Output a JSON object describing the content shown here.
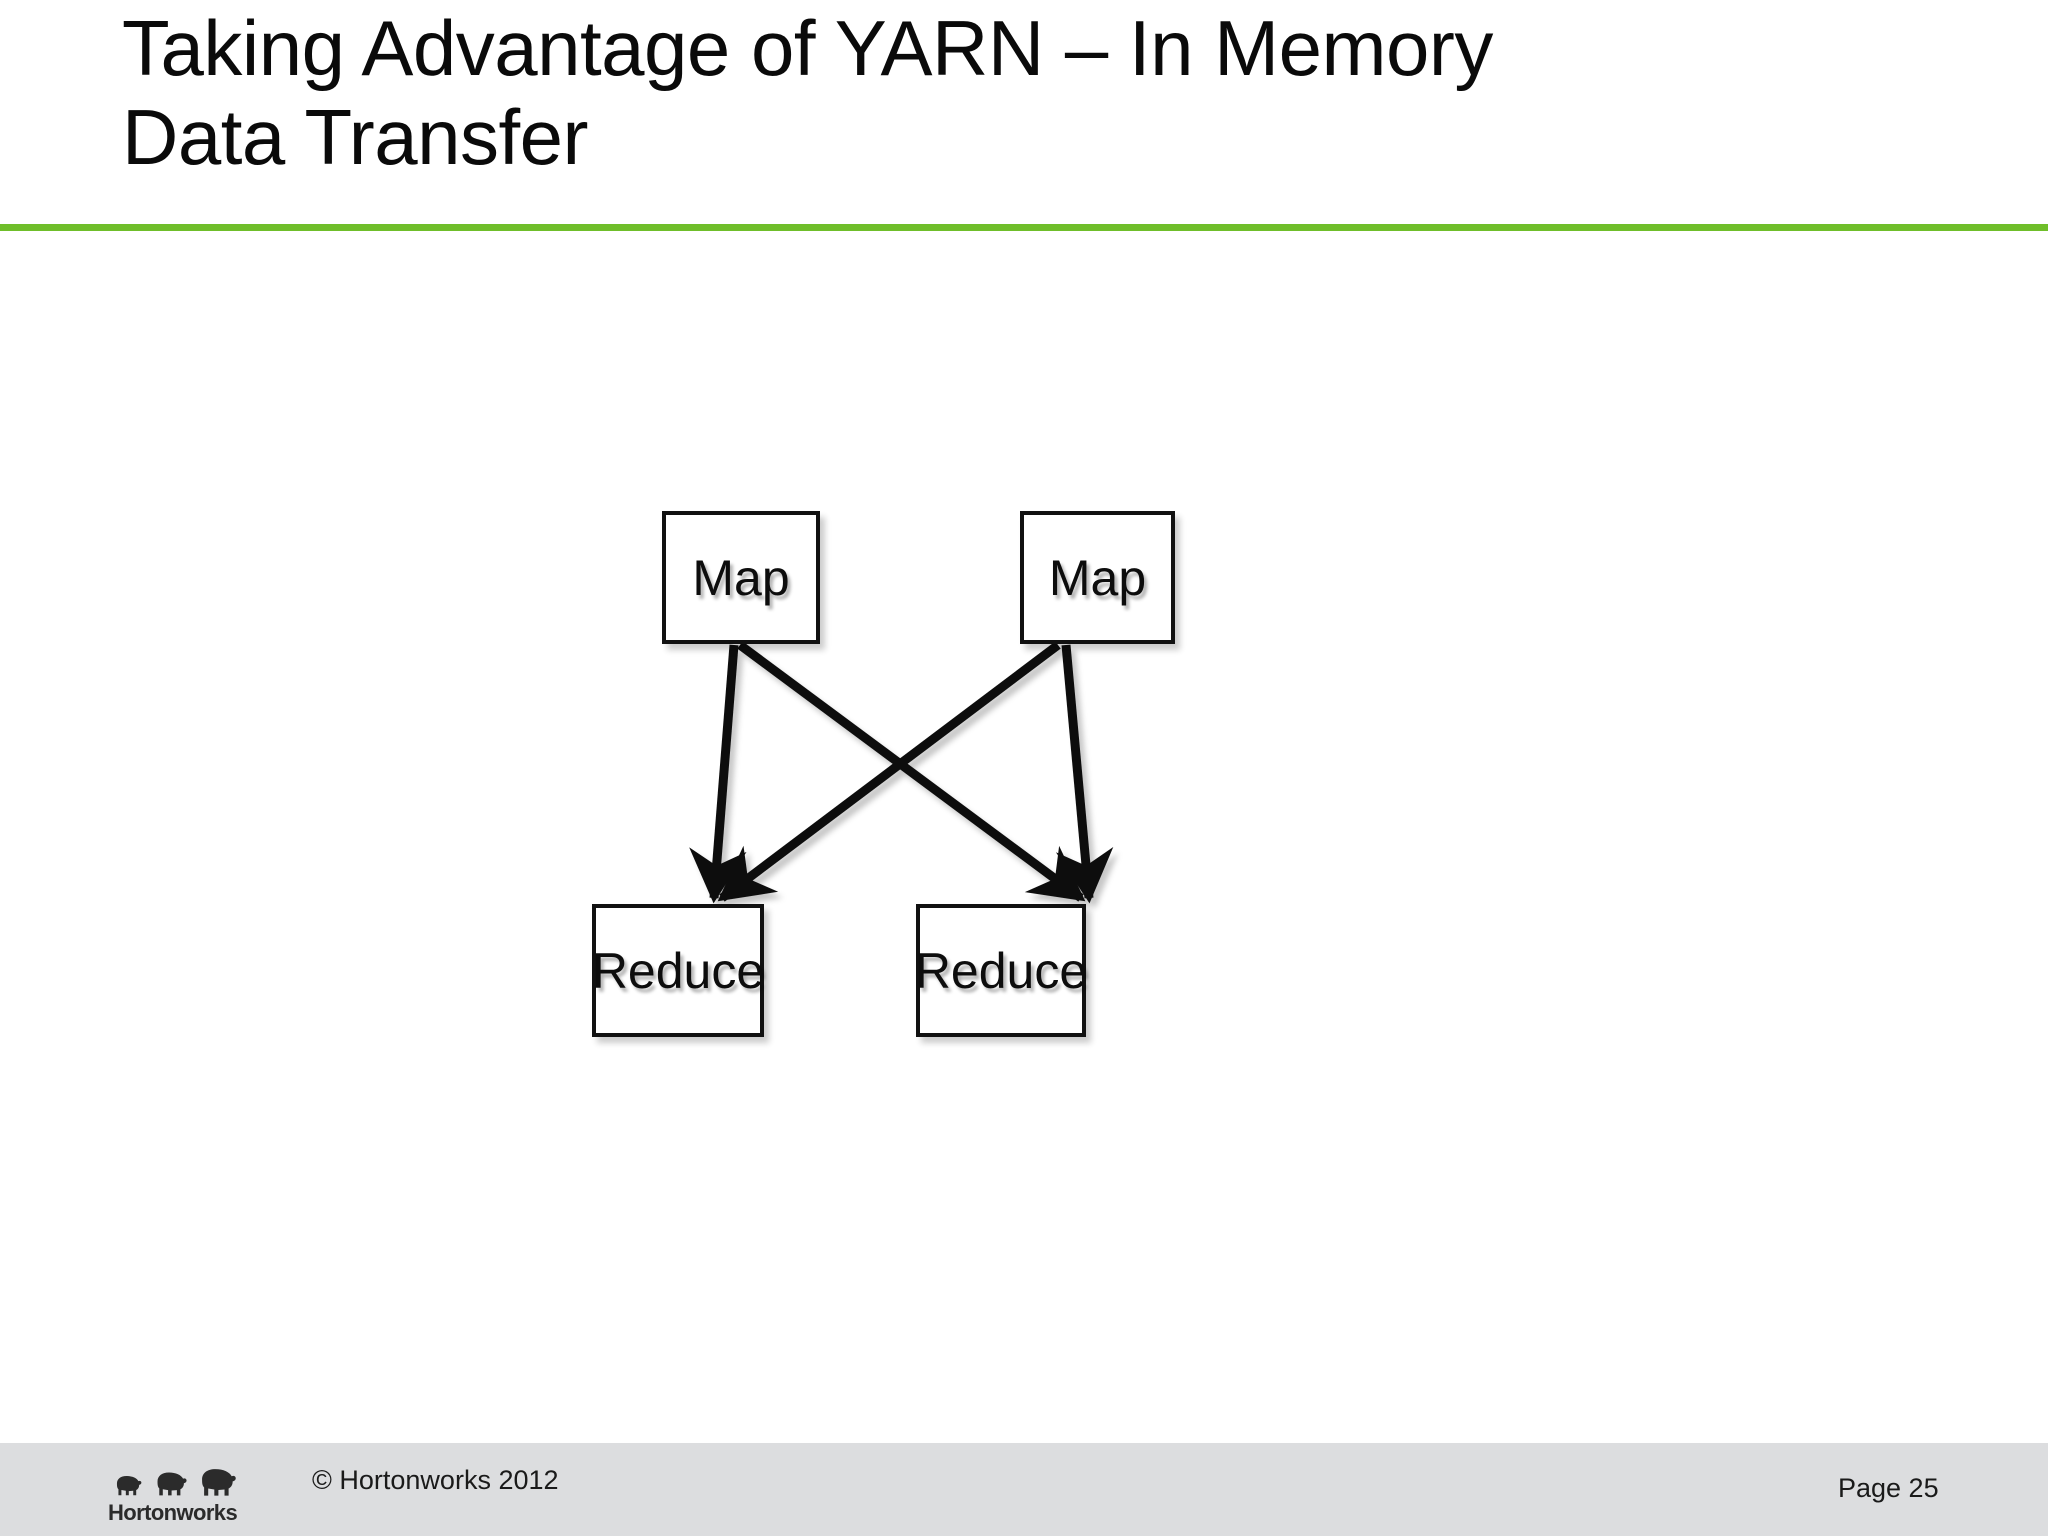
{
  "slide": {
    "title": "Taking Advantage of YARN – In Memory\nData Transfer",
    "accent_color": "#6fbe2a",
    "background_color": "#ffffff"
  },
  "diagram": {
    "type": "flow-graph",
    "description": "Two Map boxes each fan out to two Reduce boxes forming a shuffle cross pattern",
    "nodes": [
      {
        "id": "map-left",
        "label": "Map",
        "role": "mapper"
      },
      {
        "id": "map-right",
        "label": "Map",
        "role": "mapper"
      },
      {
        "id": "reduce-left",
        "label": "Reduce",
        "role": "reducer"
      },
      {
        "id": "reduce-right",
        "label": "Reduce",
        "role": "reducer"
      }
    ],
    "edges": [
      {
        "from": "map-left",
        "to": "reduce-left"
      },
      {
        "from": "map-left",
        "to": "reduce-right"
      },
      {
        "from": "map-right",
        "to": "reduce-left"
      },
      {
        "from": "map-right",
        "to": "reduce-right"
      }
    ],
    "edge_color": "#111111"
  },
  "footer": {
    "logo_name": "Hortonworks",
    "logo_wordmark": "Hortonworks",
    "copyright": "© Hortonworks 2012",
    "page_label": "Page 25",
    "background_color": "#dcdddf"
  }
}
